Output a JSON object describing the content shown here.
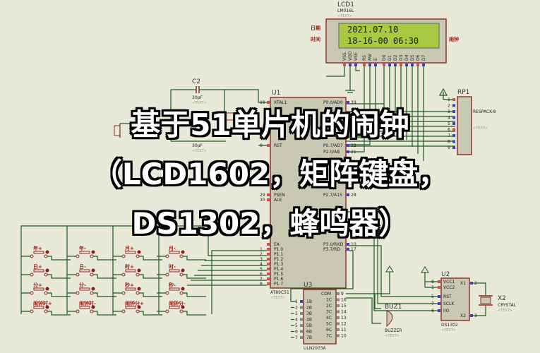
{
  "colors": {
    "background": "#e9e9da",
    "wire": "#1f5a1f",
    "component_border": "#8a2a22",
    "lcd_screen": "#a9c844"
  },
  "lcd": {
    "ref": "LCD1",
    "model": "LM016L",
    "text_tag": "<TEXT>",
    "line1": "2021.07.10",
    "line2": "18-16-00 06:30",
    "label_date": "日期",
    "label_time": "时间",
    "label_alarm": "闹钟",
    "pins": [
      "VSS",
      "VDD",
      "VEE",
      "RS",
      "RW",
      "E",
      "D0",
      "D1",
      "D2",
      "D3",
      "D4",
      "D5",
      "D6",
      "D7"
    ]
  },
  "c2": {
    "ref": "C2",
    "value": "30pF",
    "text_tag": "<TEXT>"
  },
  "c1": {
    "value": "30pF",
    "text_tag": "<TEXT>"
  },
  "u1": {
    "ref": "U1",
    "model": "AT89C51",
    "text_tag": "<TEXT>",
    "left_pins": [
      {
        "num": "19",
        "name": "XTAL1"
      },
      {
        "num": "9",
        "name": "RST"
      },
      {
        "num": "29",
        "name": "PSEN"
      },
      {
        "num": "30",
        "name": "ALE"
      },
      {
        "num": "",
        "name": "EA"
      },
      {
        "num": "1",
        "name": "P1.0"
      },
      {
        "num": "2",
        "name": "P1.1"
      },
      {
        "num": "3",
        "name": "P1.2"
      },
      {
        "num": "4",
        "name": "P1.3"
      },
      {
        "num": "5",
        "name": "P1.4"
      },
      {
        "num": "6",
        "name": "P1.5"
      },
      {
        "num": "7",
        "name": "P1.6"
      },
      {
        "num": "8",
        "name": "P1.7"
      }
    ],
    "right_pins": [
      {
        "num": "39",
        "name": "P0.0/AD0"
      },
      {
        "num": "32",
        "name": "P0.7/AD7"
      },
      {
        "num": "21",
        "name": "P2.0/A8"
      },
      {
        "num": "28",
        "name": "P2.7/A15"
      },
      {
        "num": "10",
        "name": "P3.0/RXD"
      },
      {
        "num": "17",
        "name": "P3.7/RD"
      }
    ]
  },
  "rp1": {
    "ref": "RP1",
    "model": "RESPACK-8",
    "text_tag": "<TEXT>",
    "pins": [
      "1",
      "2",
      "3",
      "4",
      "5",
      "6",
      "7",
      "8",
      "9"
    ]
  },
  "keypad": {
    "labels": [
      "年+",
      "年-",
      "月+",
      "月-",
      "日+",
      "日-",
      "时+",
      "时-",
      "分+",
      "分-",
      "秒+",
      "秒-",
      "闹钟时+",
      "闹钟时-",
      "闹钟分+",
      "闹钟分-"
    ]
  },
  "u3": {
    "ref": "U3",
    "model": "ULN2003A",
    "text_tag": "<TEXT>",
    "com": "COM",
    "inputs": [
      {
        "num": "1",
        "name": "1B"
      },
      {
        "num": "2",
        "name": "2B"
      },
      {
        "num": "3",
        "name": "3B"
      },
      {
        "num": "4",
        "name": "4B"
      },
      {
        "num": "5",
        "name": "5B"
      },
      {
        "num": "6",
        "name": "6B"
      },
      {
        "num": "7",
        "name": "7B"
      }
    ],
    "outputs": [
      {
        "num": "9",
        "name": "COM"
      },
      {
        "num": "16",
        "name": "1C"
      },
      {
        "num": "15",
        "name": "2C"
      },
      {
        "num": "14",
        "name": "3C"
      },
      {
        "num": "13",
        "name": "4C"
      },
      {
        "num": "12",
        "name": "5C"
      },
      {
        "num": "11",
        "name": "6C"
      },
      {
        "num": "10",
        "name": "7C"
      }
    ]
  },
  "buz1": {
    "ref": "BUZ1",
    "model": "BUZZER",
    "text_tag": "<TEXT>"
  },
  "u2": {
    "ref": "U2",
    "model": "DS1302",
    "text_tag": "<TEXT>",
    "left_pins": [
      {
        "num": "8",
        "name": "VCC1"
      },
      {
        "num": "1",
        "name": "VCC2"
      },
      {
        "num": "5",
        "name": "RST"
      },
      {
        "num": "7",
        "name": "SCLK"
      },
      {
        "num": "6",
        "name": "I/O"
      }
    ],
    "right_pins": [
      {
        "num": "2",
        "name": "X1"
      },
      {
        "num": "3",
        "name": "X2"
      }
    ]
  },
  "x2": {
    "ref": "X2",
    "model": "CRYSTAL",
    "text_tag": "<TEXT>"
  },
  "title": {
    "line1": "基于51单片机的闹钟",
    "line2": "（LCD1602，矩阵键盘，",
    "line3": "DS1302，蜂鸣器）"
  }
}
